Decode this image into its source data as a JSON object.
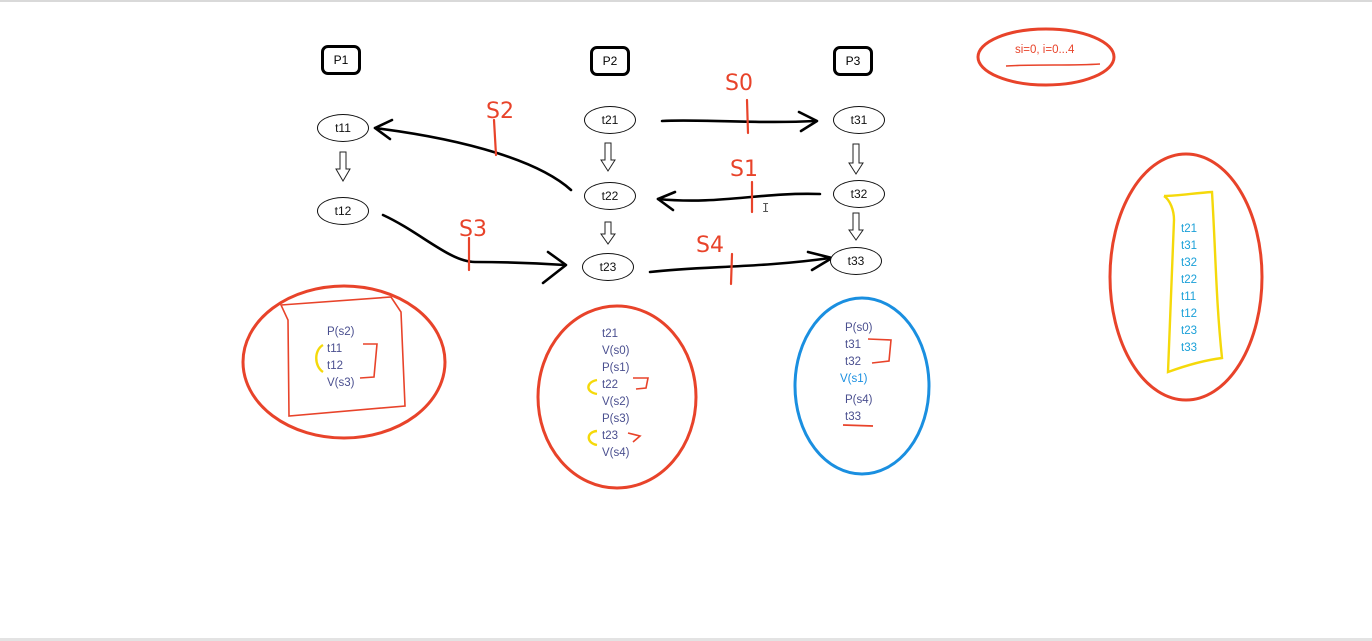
{
  "processes": [
    "P1",
    "P2",
    "P3"
  ],
  "tasks": {
    "t11": "t11",
    "t12": "t12",
    "t21": "t21",
    "t22": "t22",
    "t23": "t23",
    "t31": "t31",
    "t32": "t32",
    "t33": "t33"
  },
  "semaphore_labels": {
    "s0": "S0",
    "s1": "S1",
    "s2": "S2",
    "s3": "S3",
    "s4": "S4"
  },
  "init_note": "si=0, i=0...4",
  "code": {
    "p1": [
      "P(s2)",
      "t11",
      "t12",
      "V(s3)"
    ],
    "p2": [
      "t21",
      "V(s0)",
      "P(s1)",
      "t22",
      "V(s2)",
      "P(s3)",
      "t23",
      "V(s4)"
    ],
    "p3": [
      "P(s0)",
      "t31",
      "t32",
      "V(s1)",
      "P(s4)",
      "t33"
    ]
  },
  "execution_order": [
    "t21",
    "t31",
    "t32",
    "t22",
    "t11",
    "t12",
    "t23",
    "t33"
  ],
  "colors": {
    "red": "#e8432a",
    "blue": "#1a8fe0",
    "yellow": "#f5d90a",
    "code_text": "#4a4f8f",
    "sequence_text": "#1aa0d8"
  }
}
